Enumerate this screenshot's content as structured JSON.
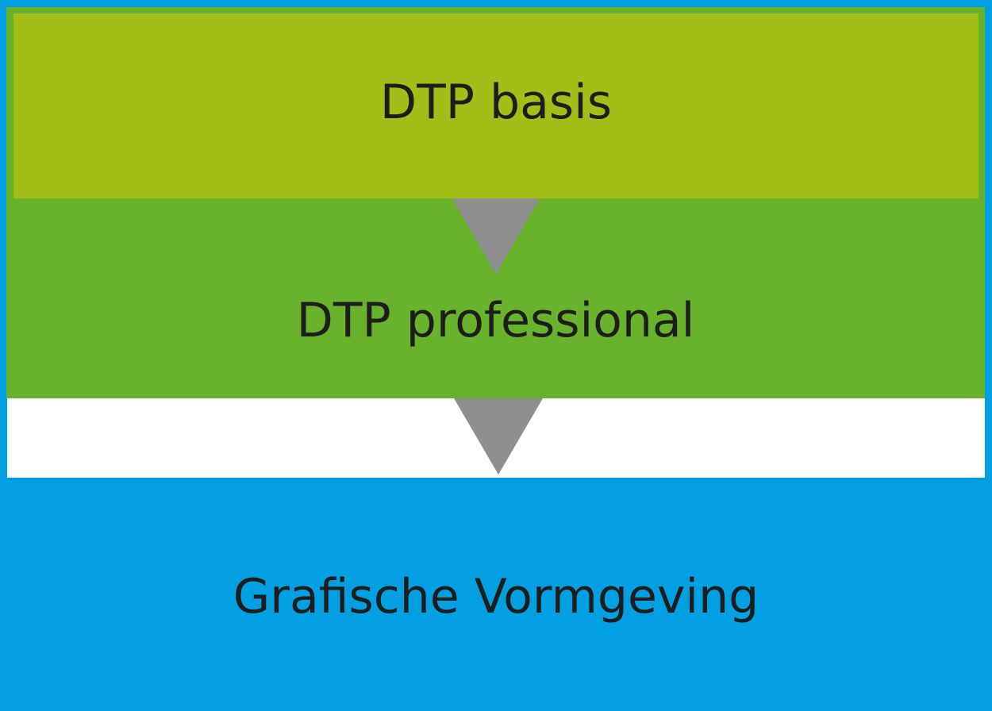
{
  "diagram": {
    "steps": [
      {
        "label": "DTP basis",
        "color": "#a3be18"
      },
      {
        "label": "DTP professional",
        "color": "#69b22c"
      },
      {
        "label": "Grafische Vormgeving",
        "color": "#02a0e3"
      }
    ],
    "connector_color": "#8f8f8f",
    "gap_color": "#ffffff",
    "frame_color": "#02a0e3"
  }
}
